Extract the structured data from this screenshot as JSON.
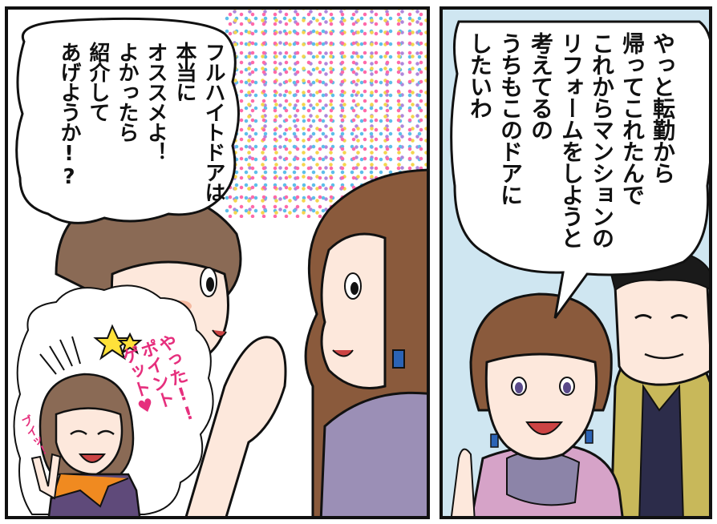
{
  "left_panel": {
    "speech_bubble_text": "フルハイトドアは\n本当に\nオススメよ！\nよかったら\n紹介して\nあげようか!?",
    "thought_bubble_text": "やった!!\nポイント\nゲット♥",
    "sound_effect": "ブイッ！"
  },
  "right_panel": {
    "speech_bubble_text": "やっと転勤から\n帰ってこれたんで\nこれからマンションの\nリフォームをしようと\n考えてるの\nうちもこのドアに\nしたいわ"
  },
  "colors": {
    "outline": "#111111",
    "dot_pink": "#ff5aa0",
    "dot_yellow": "#f3d13a",
    "dot_blue": "#4cb8e8",
    "text_pink": "#e62f7d",
    "sky": "#cfe6f1"
  }
}
